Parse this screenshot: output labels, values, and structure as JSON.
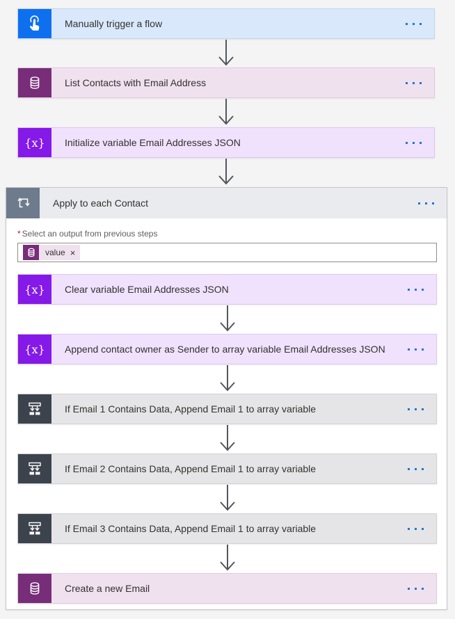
{
  "canvas": {
    "cards": {
      "trigger": {
        "title": "Manually trigger a flow",
        "icon": "touch-icon"
      },
      "list_contacts": {
        "title": "List Contacts with Email Address",
        "icon": "database-icon"
      },
      "init_variable": {
        "title": "Initialize variable Email Addresses JSON",
        "icon": "variable-icon"
      },
      "apply_to_each": {
        "title": "Apply to each Contact",
        "icon": "loop-icon"
      },
      "clear_variable": {
        "title": "Clear variable Email Addresses JSON",
        "icon": "variable-icon"
      },
      "append_owner": {
        "title": "Append contact owner as Sender to array variable Email Addresses JSON",
        "icon": "variable-icon"
      },
      "if_email_1": {
        "title": "If Email 1 Contains Data, Append Email 1 to array variable",
        "icon": "condition-icon"
      },
      "if_email_2": {
        "title": "If Email 2 Contains Data, Append Email 1 to array variable",
        "icon": "condition-icon"
      },
      "if_email_3": {
        "title": "If Email 3 Contains Data, Append Email 1 to array variable",
        "icon": "condition-icon"
      },
      "create_email": {
        "title": "Create a new Email",
        "icon": "database-icon"
      }
    },
    "foreach_panel": {
      "required_marker": "*",
      "field_label": "Select an output from previous steps",
      "token_label": "value",
      "token_remove": "×",
      "token_icon": "database-icon"
    },
    "icons": {
      "variable_glyph": "{x}",
      "more_options": "ellipsis-dots",
      "connector": "down-arrow"
    },
    "colors": {
      "page_background": "#f4f4f4",
      "trigger_icon": "#0f70ef",
      "trigger_body": "#d9e8fa",
      "dataverse_icon": "#772d78",
      "dataverse_body": "#f0e1ee",
      "variable_icon": "#8519e8",
      "variable_body": "#f0e2fc",
      "foreach_icon": "#6e7b8d",
      "foreach_header": "#e9ebee",
      "condition_icon": "#3d434d",
      "condition_body": "#e5e5e7",
      "ellipsis_dots": "#1f78d4",
      "arrow": "#53565c",
      "required_marker": "#a4262c"
    }
  }
}
